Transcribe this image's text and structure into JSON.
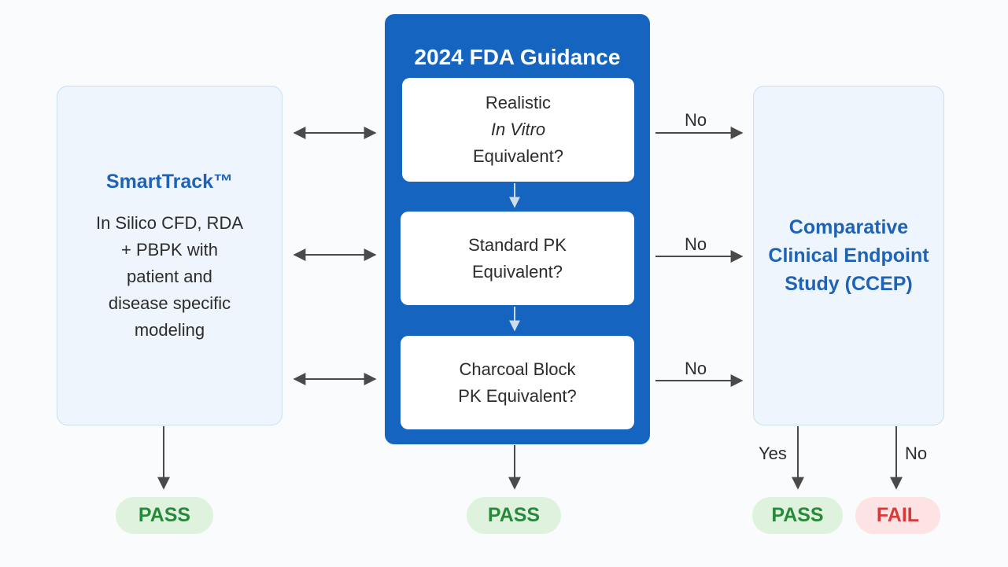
{
  "left_panel": {
    "title": "SmartTrack™",
    "body_lines": [
      "In Silico CFD, RDA",
      "+ PBPK with",
      "patient and",
      "disease specific",
      "modeling"
    ]
  },
  "center_panel": {
    "title": "2024 FDA Guidance",
    "steps": [
      {
        "line1": "Realistic",
        "line2": "In Vitro",
        "line3": "Equivalent?"
      },
      {
        "line1": "Standard PK",
        "line2": "Equivalent?"
      },
      {
        "line1": "Charcoal Block",
        "line2": "PK Equivalent?"
      }
    ]
  },
  "right_panel": {
    "title_lines": [
      "Comparative",
      "Clinical Endpoint",
      "Study (CCEP)"
    ]
  },
  "edge_labels": {
    "no_1": "No",
    "no_2": "No",
    "no_3": "No",
    "yes_bottom": "Yes",
    "no_bottom": "No"
  },
  "outcomes": {
    "left": "PASS",
    "center": "PASS",
    "right_yes": "PASS",
    "right_no": "FAIL"
  },
  "colors": {
    "brand_blue": "#1565c0",
    "pass_green": "#27893a",
    "fail_red": "#d83a3a"
  }
}
